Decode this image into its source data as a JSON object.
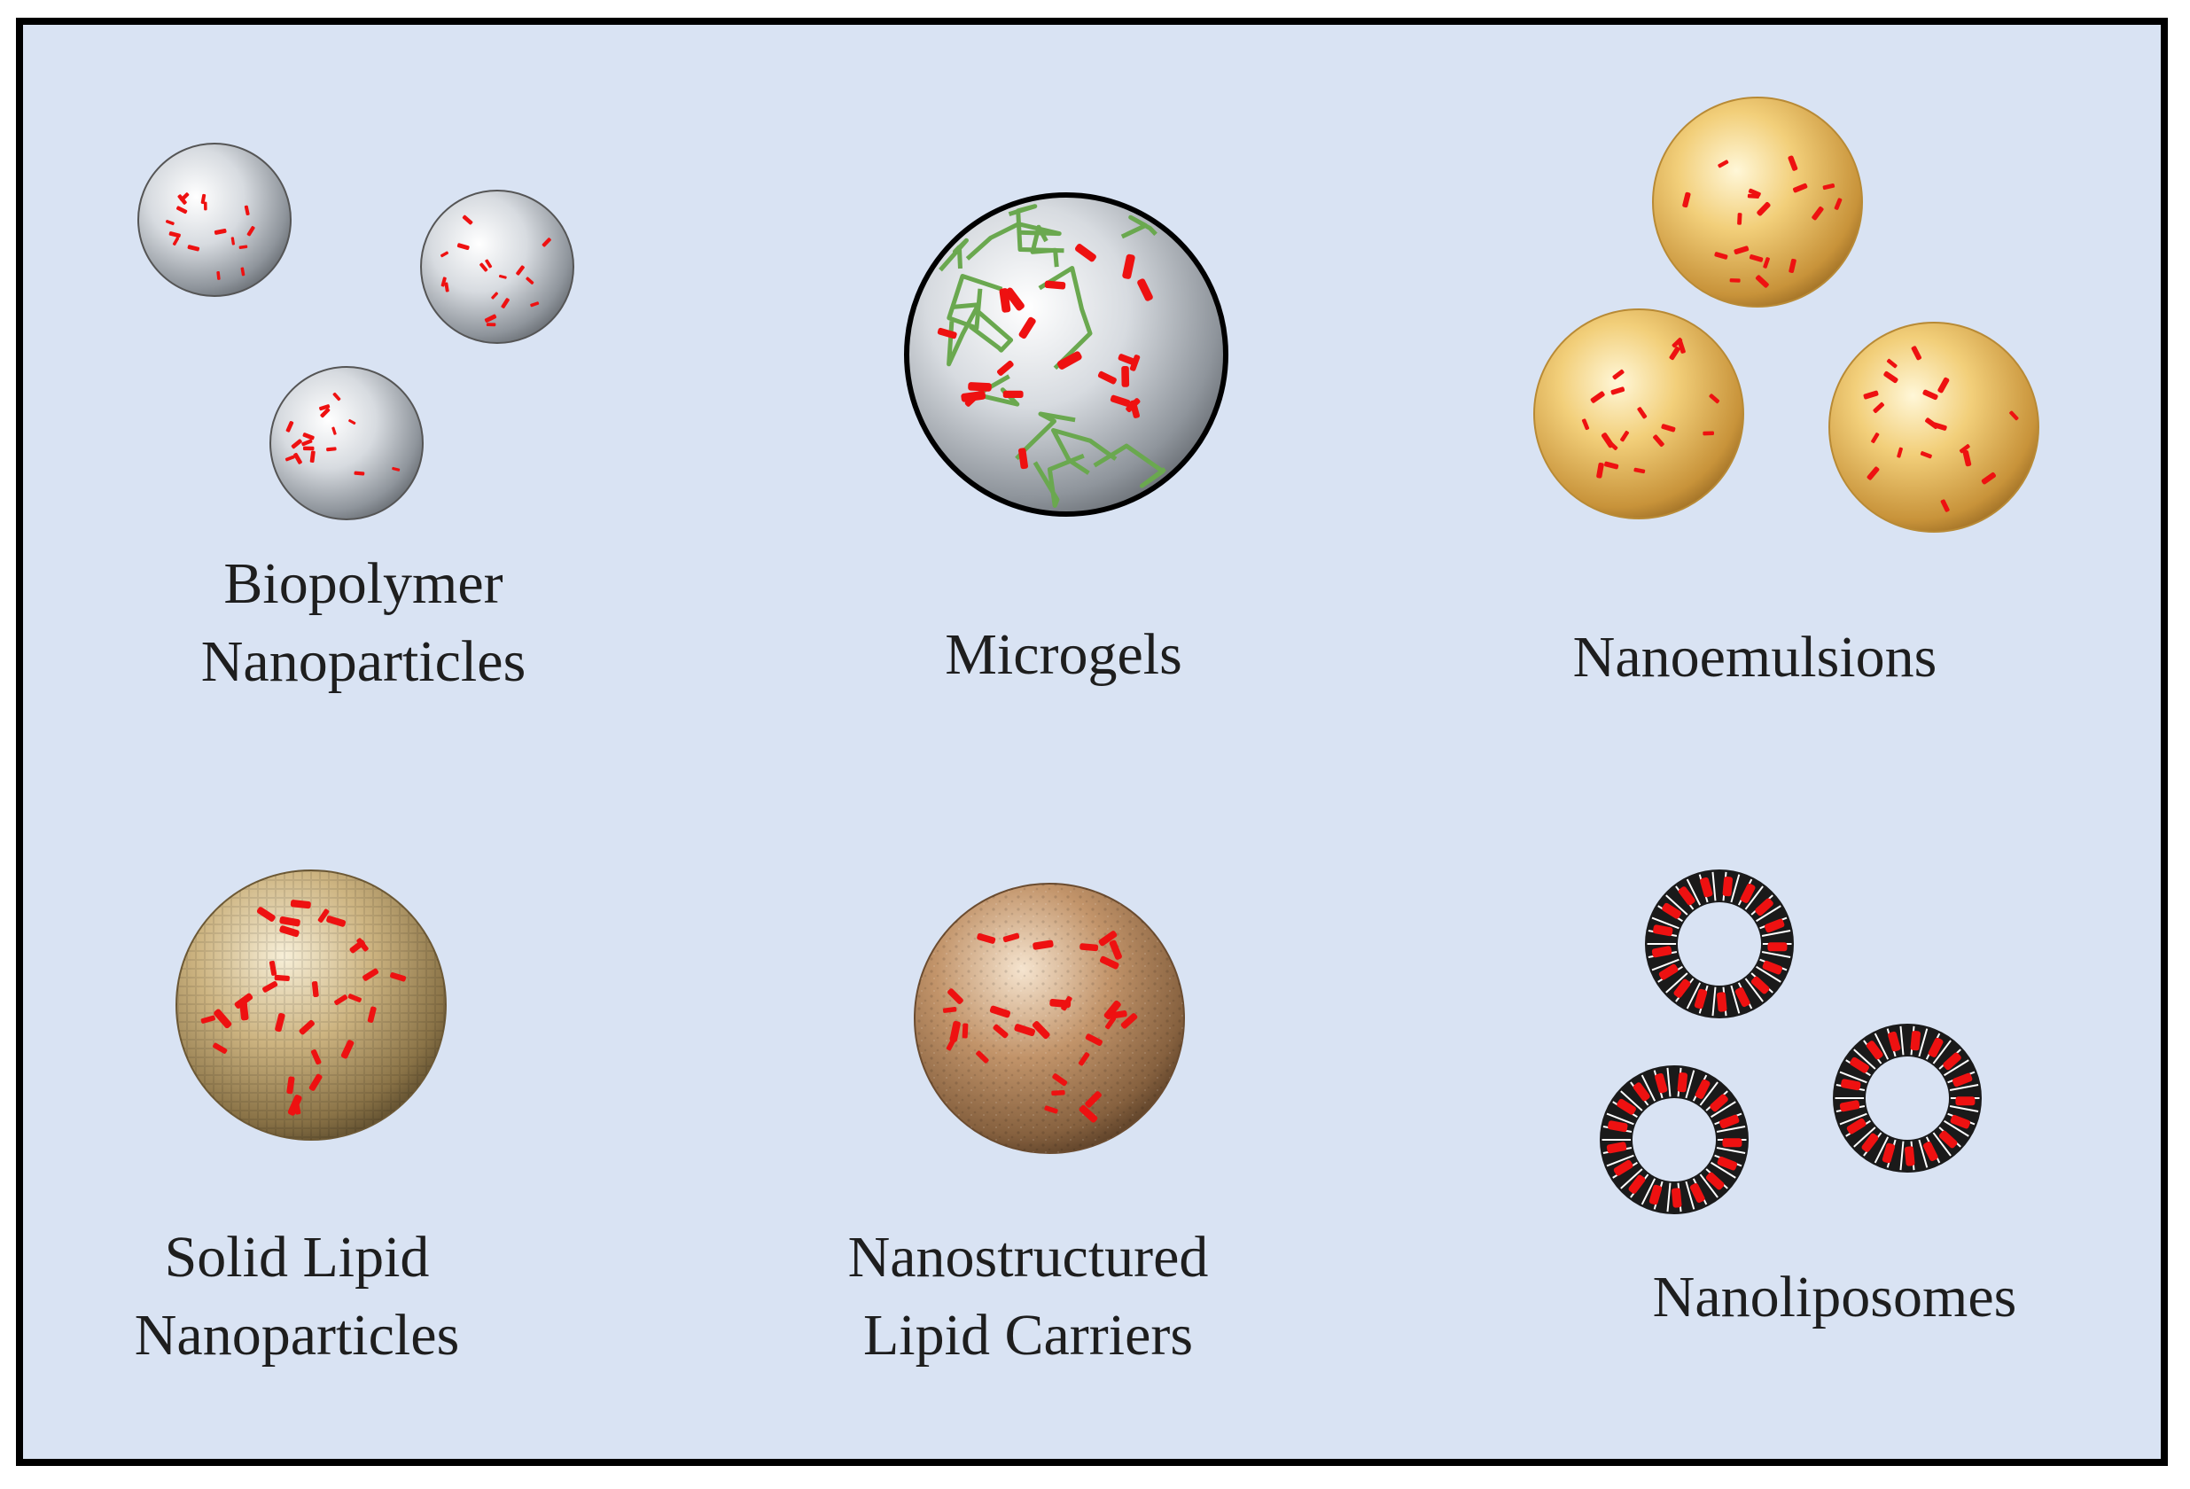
{
  "panels": [
    {
      "id": "biopolymer-nanoparticles",
      "lines": [
        "Biopolymer",
        "Nanoparticles"
      ]
    },
    {
      "id": "microgels",
      "lines": [
        "Microgels"
      ]
    },
    {
      "id": "nanoemulsions",
      "lines": [
        "Nanoemulsions"
      ]
    },
    {
      "id": "solid-lipid-nanoparticles",
      "lines": [
        "Solid Lipid",
        "Nanoparticles"
      ]
    },
    {
      "id": "nanostructured-lipid-carriers",
      "lines": [
        "Nanostructured",
        "Lipid Carriers"
      ]
    },
    {
      "id": "nanoliposomes",
      "lines": [
        "Nanoliposomes"
      ]
    }
  ],
  "colors": {
    "background": "#d9e3f3",
    "border": "#000000",
    "cargo": "#ee1111",
    "gel_network": "#6aa84f",
    "silver_particle": "#b8bec6",
    "gold_droplet": "#e0ac4a",
    "lipid_solid": "#c9b07a",
    "lipid_carrier": "#b58658",
    "bilayer": "#1a1a1a"
  }
}
